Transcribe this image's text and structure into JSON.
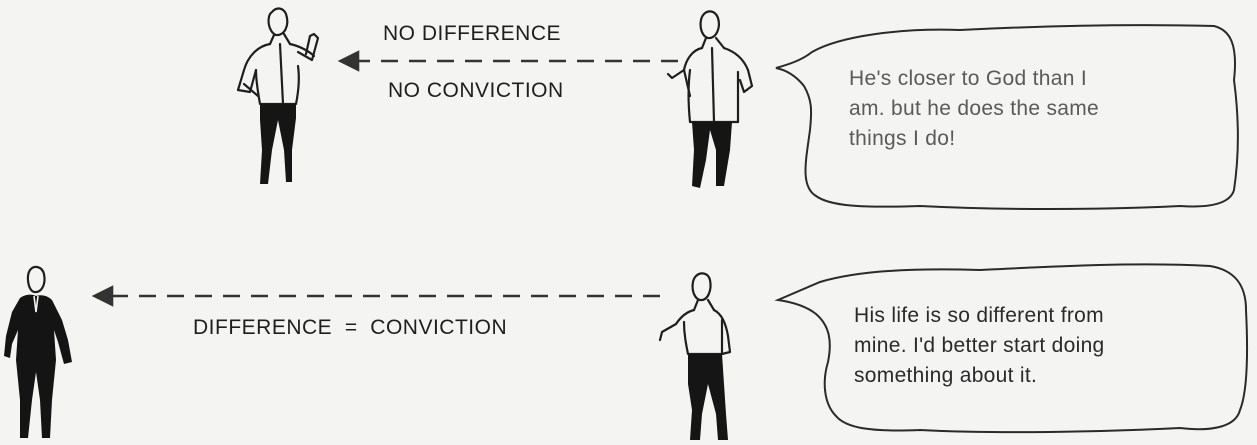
{
  "panel_top": {
    "label_above": "NO DIFFERENCE",
    "label_below": "NO CONVICTION",
    "bubble_lines": [
      "He's closer to God than I",
      "am. but he does the same",
      "things I do!"
    ]
  },
  "panel_bottom": {
    "label": "DIFFERENCE  =  CONVICTION",
    "bubble_lines": [
      "His life is so different from",
      "mine. I'd better start doing",
      "something about it."
    ]
  }
}
